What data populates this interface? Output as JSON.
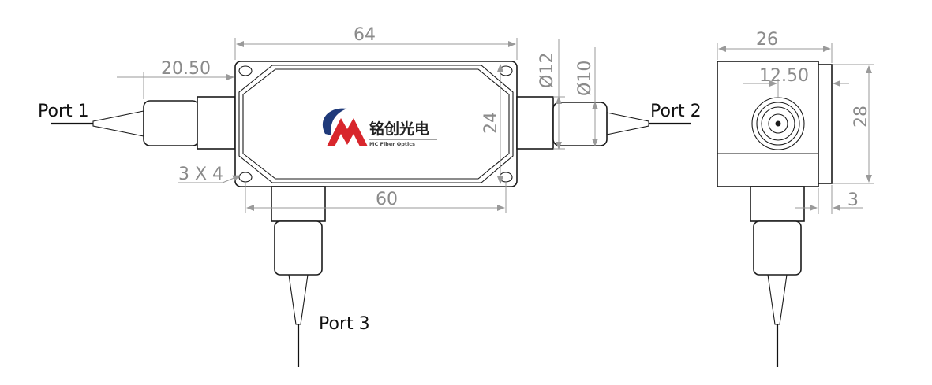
{
  "ports": {
    "port1": "Port 1",
    "port2": "Port 2",
    "port3": "Port 3"
  },
  "dimensions": {
    "length_64": "64",
    "offset_20_50": "20.50",
    "dia_12": "Ø12",
    "dia_10": "Ø10",
    "height_24": "24",
    "holes_3x4": "3 X 4",
    "spacing_60": "60",
    "side_width_26": "26",
    "side_center_12_50": "12.50",
    "side_height_28": "28",
    "side_3": "3"
  },
  "logo": {
    "chinese_name": "铭创光电",
    "english_name": "MC Fiber Optics"
  },
  "colors": {
    "dimension_gray": "#8a8a8a",
    "outline": "#1a1a1a",
    "logo_blue": "#1f3a7a",
    "logo_red": "#d8262c"
  }
}
